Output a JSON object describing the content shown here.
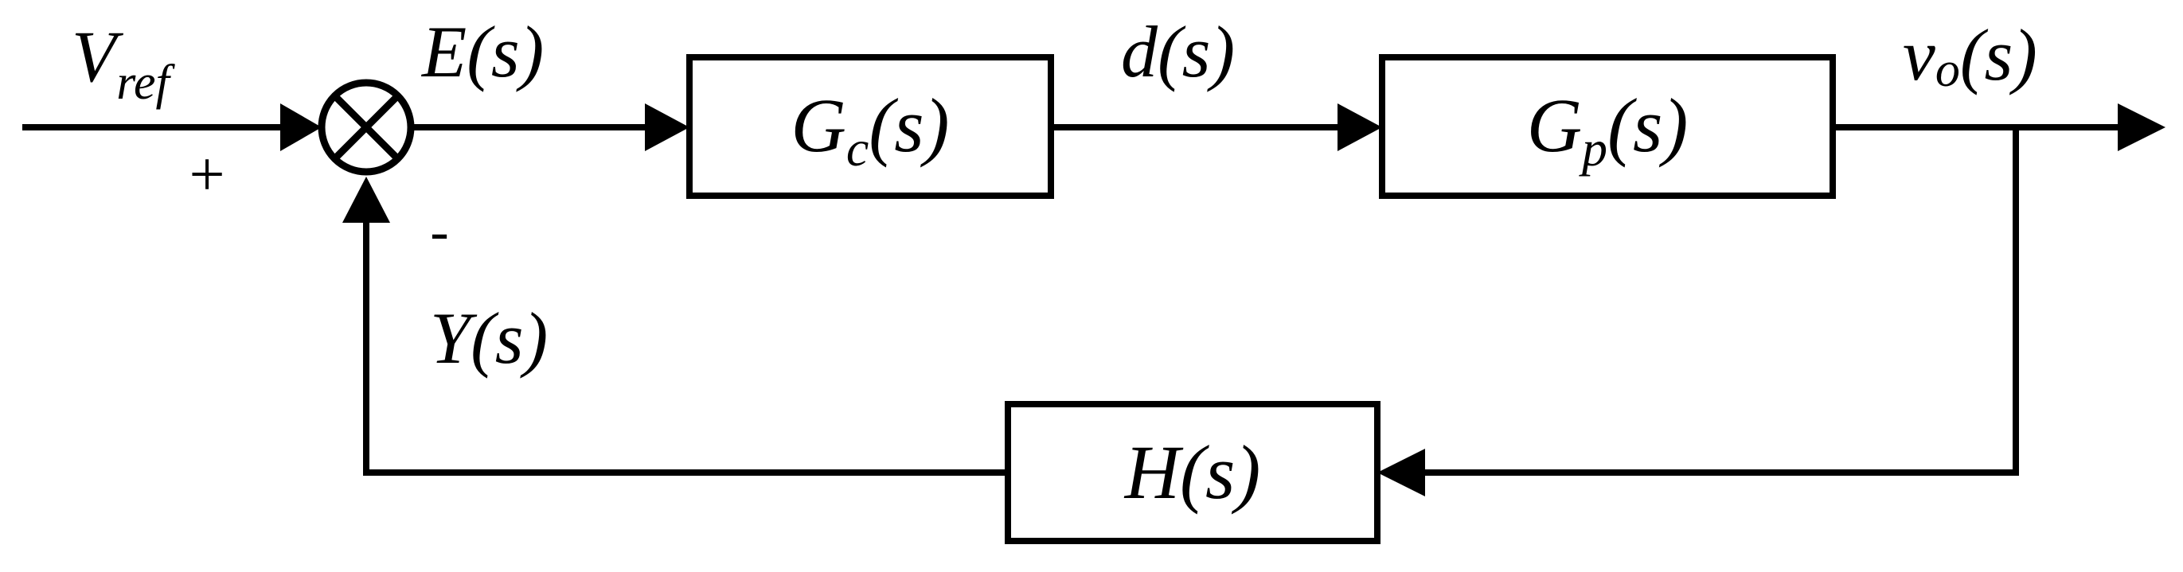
{
  "colors": {
    "stroke": "#000000",
    "background": "#ffffff"
  },
  "signals": {
    "input": {
      "main": "V",
      "sub": "ref"
    },
    "error": {
      "main": "E",
      "arg": "(s)"
    },
    "controller_output": {
      "main": "d",
      "arg": "(s)"
    },
    "output": {
      "main": "v",
      "sub": "o",
      "arg": "(s)"
    },
    "feedback": {
      "main": "Y",
      "arg": "(s)"
    }
  },
  "blocks": {
    "controller": {
      "main": "G",
      "sub": "c",
      "arg": "(s)"
    },
    "plant": {
      "main": "G",
      "sub": "p",
      "arg": "(s)"
    },
    "sensor": {
      "main": "H",
      "arg": "(s)"
    }
  },
  "summing_junction": {
    "plus_sign": "+",
    "minus_sign": "-"
  }
}
